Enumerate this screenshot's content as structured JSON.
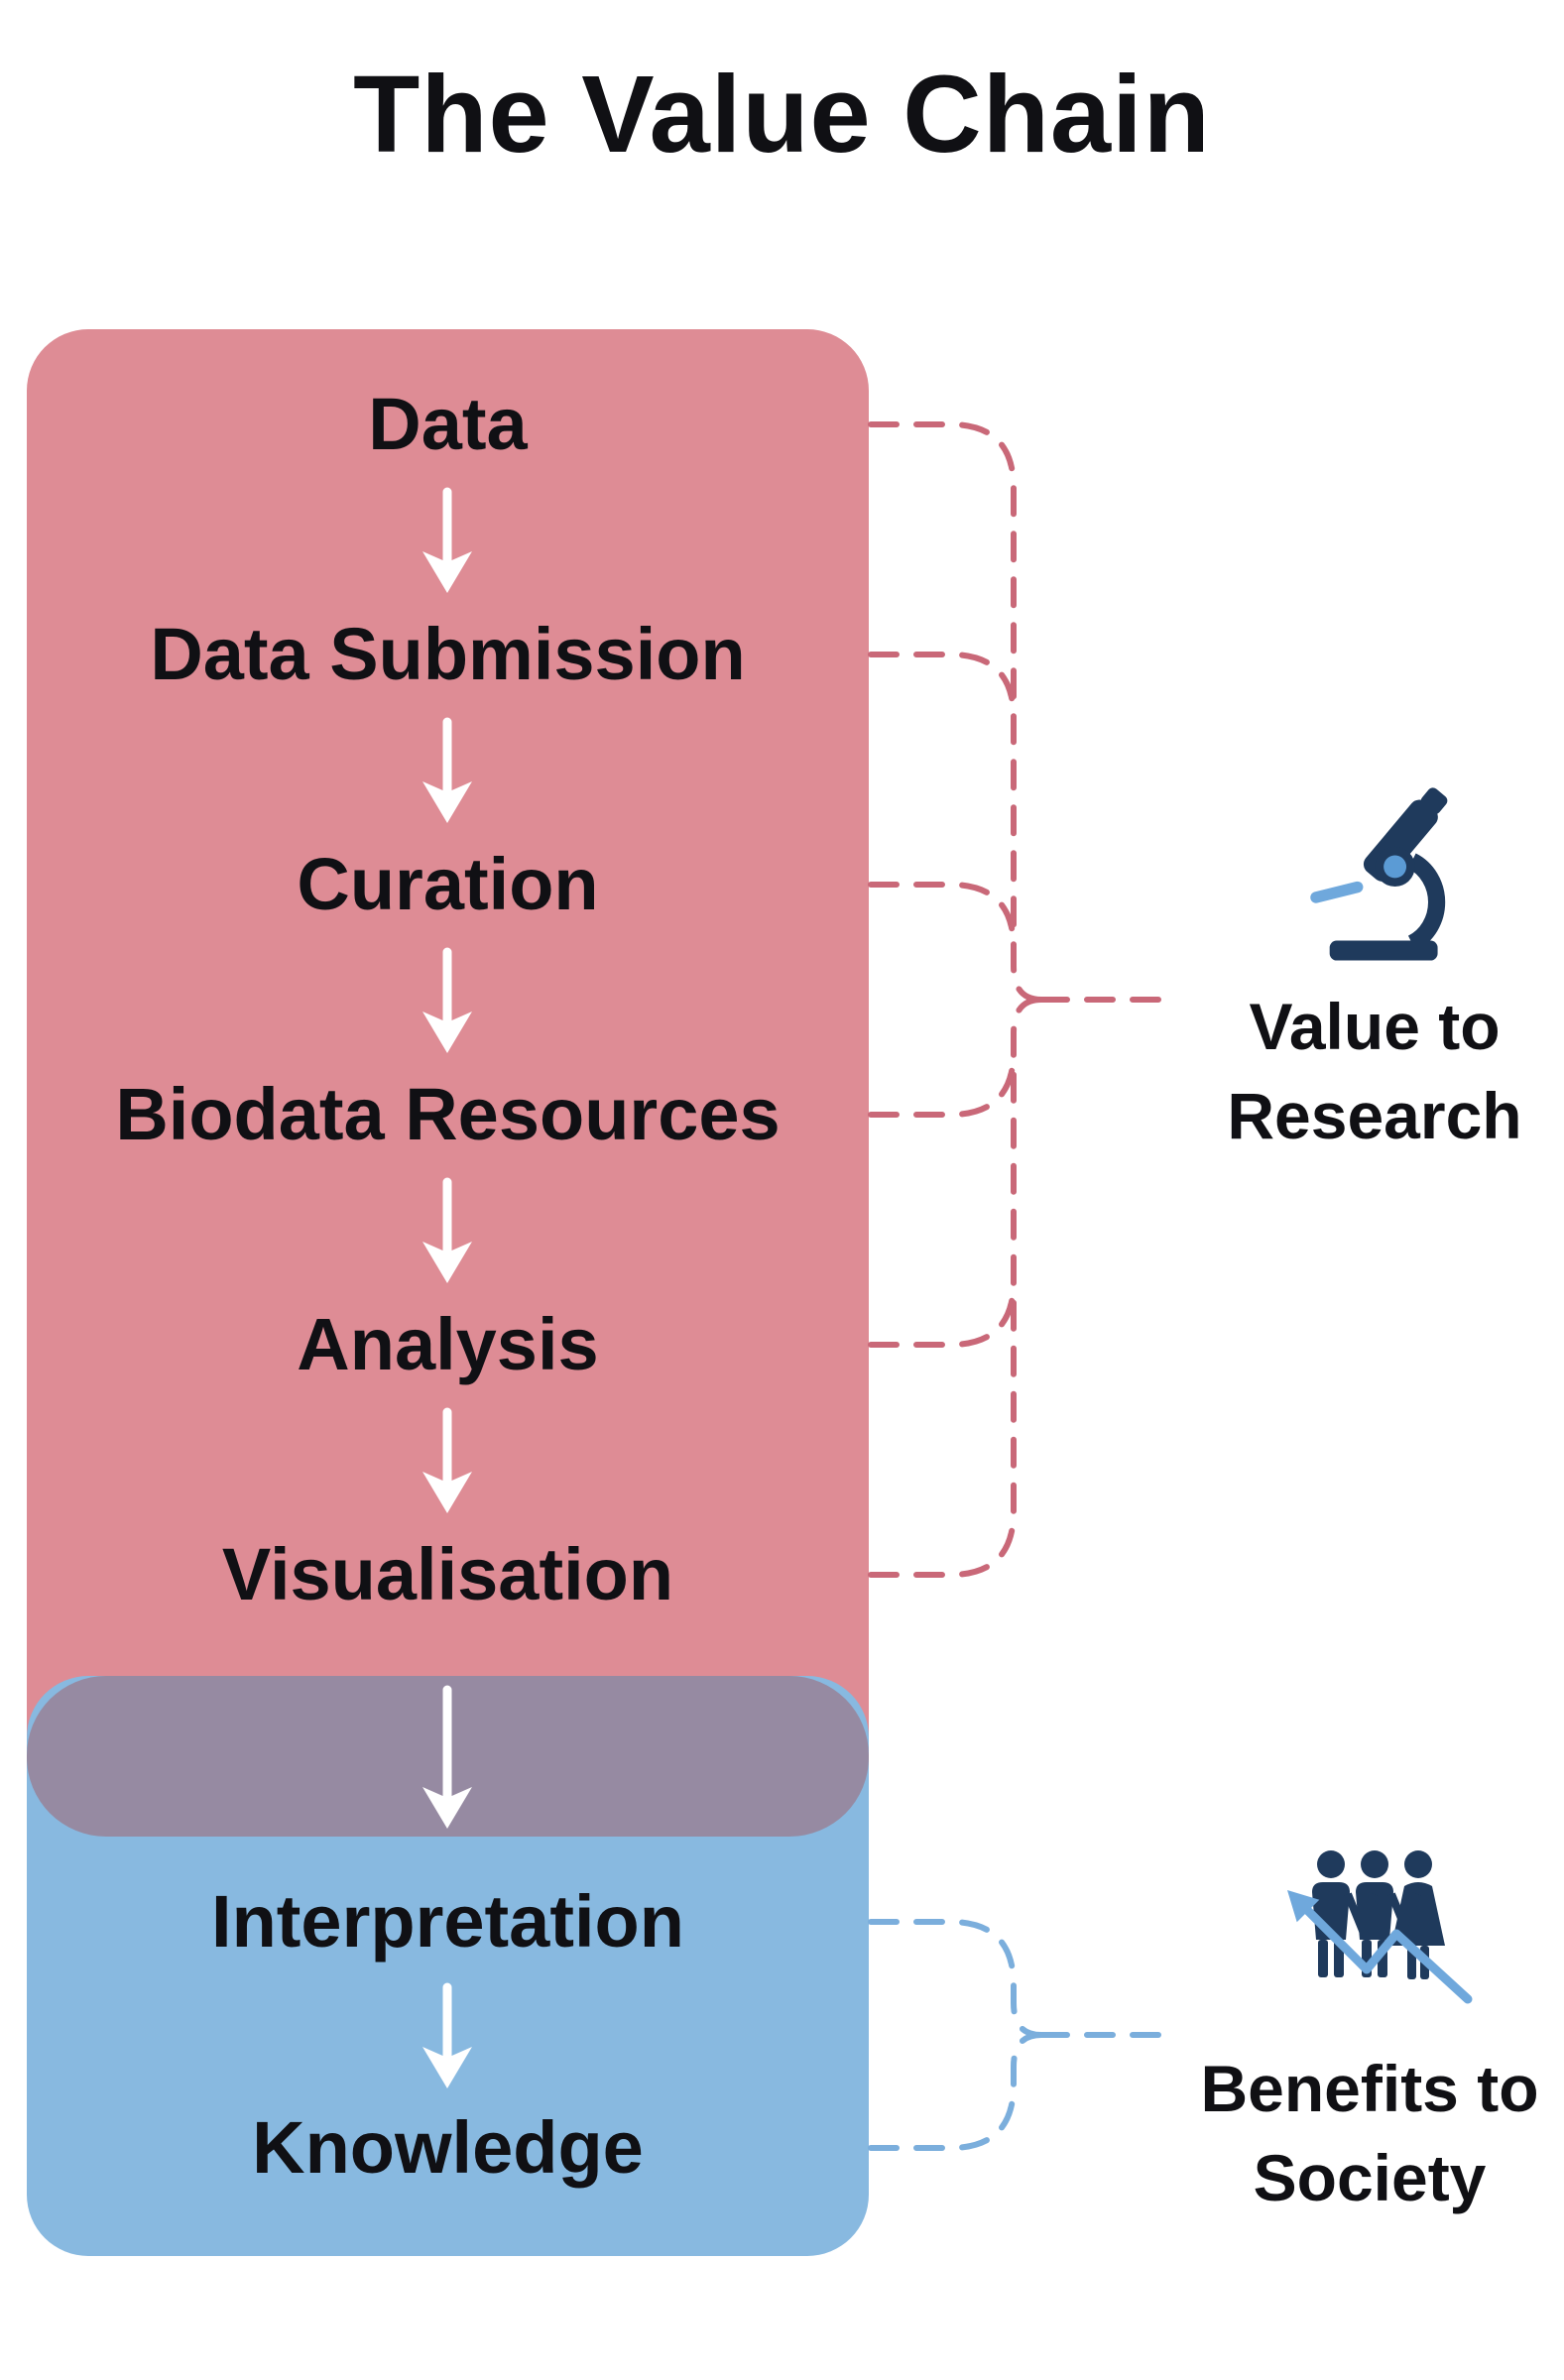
{
  "title": "The Value Chain",
  "steps": [
    "Data",
    "Data Submission",
    "Curation",
    "Biodata Resources",
    "Analysis",
    "Visualisation",
    "Interpretation",
    "Knowledge"
  ],
  "callouts": {
    "research": {
      "line1": "Value to",
      "line2": "Research",
      "icon": "microscope-icon"
    },
    "society": {
      "line1": "Benefits to",
      "line2": "Society",
      "icon": "people-growth-icon"
    }
  },
  "colors": {
    "research-box": "#DE8C95",
    "society-box": "#88B9E0",
    "overlap": "#968AA2",
    "dash-research": "#C96878",
    "dash-society": "#7BAEDC",
    "icon-navy": "#1F3A5C",
    "icon-blue": "#5B9BD5",
    "icon-blue-light": "#6FA8DC",
    "text": "#101014",
    "arrow": "#FFFFFF",
    "background": "#FFFFFF"
  }
}
